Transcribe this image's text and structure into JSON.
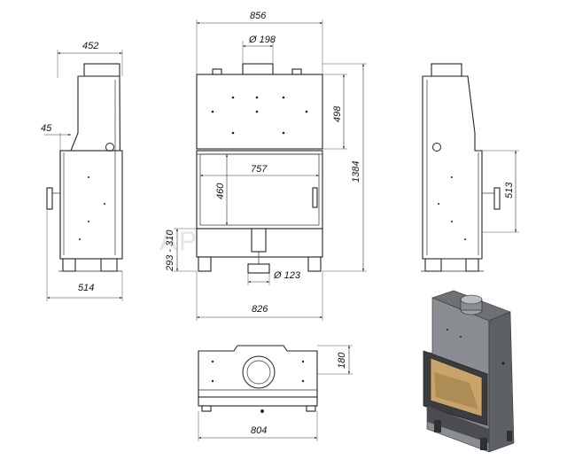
{
  "watermark": "APTNAMIH",
  "dimensions": {
    "side_left_top_width": "452",
    "side_left_inset": "45",
    "side_left_bottom_width": "514",
    "front_total_width": "856",
    "front_flue_diameter": "Ø 198",
    "front_upper_height": "498",
    "front_total_height": "1384",
    "front_window_width": "757",
    "front_window_height": "460",
    "front_base_height": "293 - 310",
    "front_inlet_diameter": "Ø 123",
    "front_body_width": "826",
    "side_right_height": "513",
    "top_depth": "180",
    "top_width": "804"
  },
  "colors": {
    "line": "#222222",
    "dim_line": "#333333",
    "stove_body": "#8a8d92",
    "stove_dark": "#3a3c40",
    "glass": "#c9a46a",
    "watermark": "#e4e4e4"
  }
}
